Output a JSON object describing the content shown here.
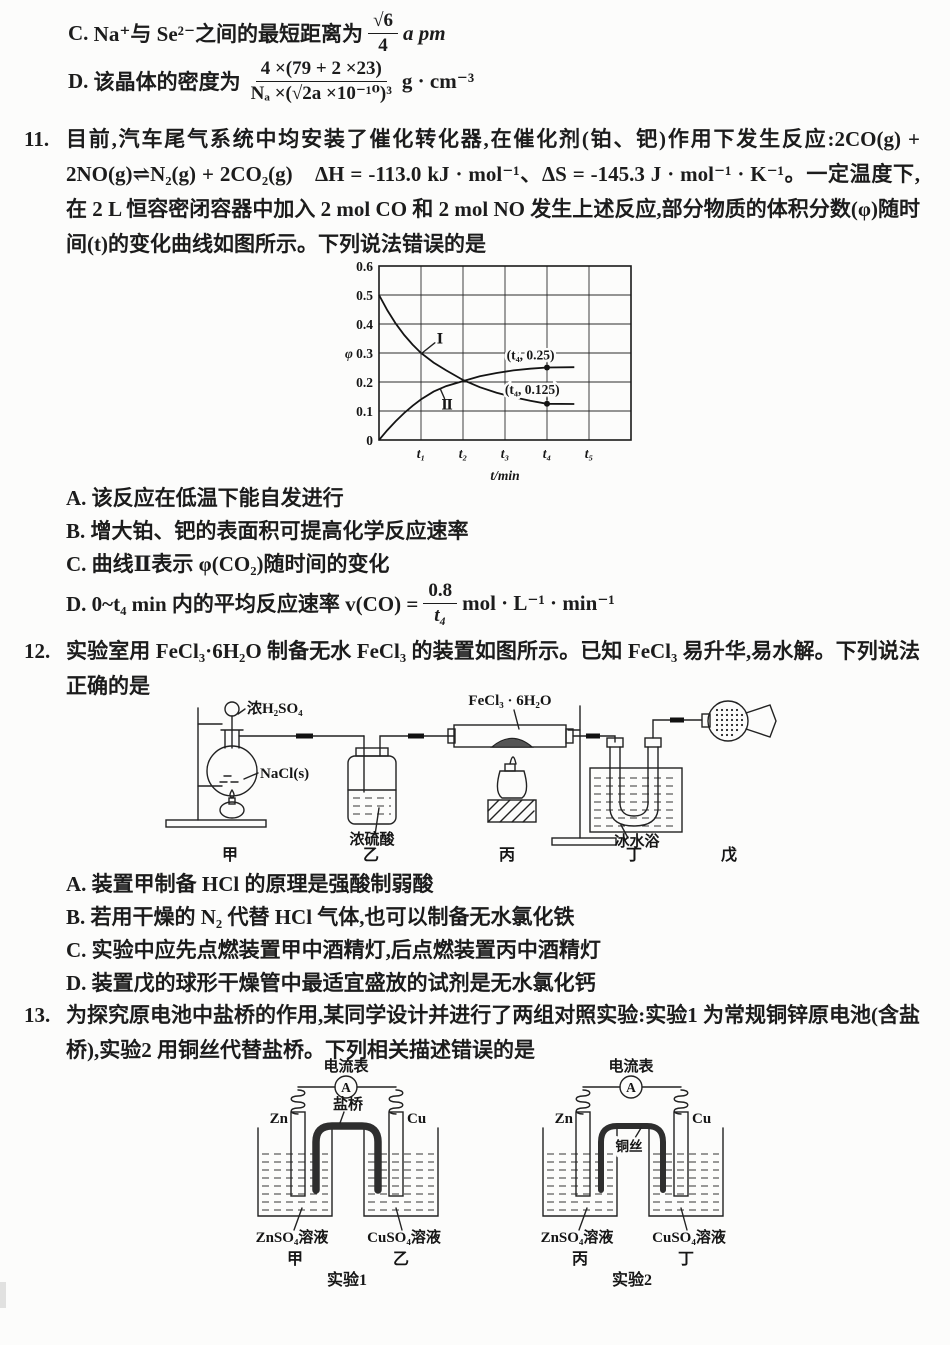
{
  "colors": {
    "paper": "#fcfcfb",
    "ink": "#1c1c1c"
  },
  "q10_options": {
    "c": {
      "label": "C.",
      "pre": "Na⁺与 Se²⁻之间的最短距离为",
      "frac_num": "√6",
      "frac_den": "4",
      "post": "a pm"
    },
    "d": {
      "label": "D.",
      "pre": "该晶体的密度为",
      "frac_num": "4 ×(79 + 2 ×23)",
      "frac_den": "Nₐ ×(√2a ×10⁻¹⁰)³",
      "post": "g · cm⁻³"
    }
  },
  "q11": {
    "number": "11.",
    "stem": "目前,汽车尾气系统中均安装了催化转化器,在催化剂(铂、钯)作用下发生反应:2CO(g) + 2NO(g)⇌N₂(g) + 2CO₂(g)　ΔH = -113.0 kJ · mol⁻¹、ΔS = -145.3 J · mol⁻¹ · K⁻¹。一定温度下,在 2 L 恒容密闭容器中加入 2 mol CO 和 2 mol NO 发生上述反应,部分物质的体积分数(φ)随时间(t)的变化曲线如图所示。下列说法错误的是",
    "option_a": "A. 该反应在低温下能自发进行",
    "option_b": "B. 增大铂、钯的表面积可提高化学反应速率",
    "option_c": "C. 曲线Ⅱ表示 φ(CO₂)随时间的变化",
    "option_d": {
      "pre": "D. 0~t₄ min 内的平均反应速率 v(CO) =",
      "frac_num": "0.8",
      "frac_den": "t₄",
      "post": "mol · L⁻¹ · min⁻¹"
    }
  },
  "chart_data": {
    "type": "line",
    "title": "",
    "xlabel": "t/min",
    "ylabel": "φ",
    "xlim": [
      0,
      6
    ],
    "ylim": [
      0,
      0.6
    ],
    "grid": true,
    "x_ticks": [
      "t₁",
      "t₂",
      "t₃",
      "t₄",
      "t₅"
    ],
    "y_ticks": [
      0,
      0.1,
      0.2,
      0.3,
      0.4,
      0.5,
      0.6
    ],
    "series": [
      {
        "name": "Ⅰ",
        "points": [
          [
            0,
            0.5
          ],
          [
            0.2,
            0.447
          ],
          [
            0.4,
            0.401
          ],
          [
            0.6,
            0.362
          ],
          [
            0.8,
            0.329
          ],
          [
            1,
            0.3
          ],
          [
            1.3,
            0.267
          ],
          [
            1.6,
            0.24
          ],
          [
            2,
            0.207
          ],
          [
            2.4,
            0.182
          ],
          [
            2.8,
            0.163
          ],
          [
            3.2,
            0.148
          ],
          [
            3.6,
            0.135
          ],
          [
            4,
            0.125
          ],
          [
            4.65,
            0.124
          ]
        ]
      },
      {
        "name": "Ⅱ",
        "points": [
          [
            0,
            0
          ],
          [
            0.2,
            0.034
          ],
          [
            0.4,
            0.065
          ],
          [
            0.6,
            0.093
          ],
          [
            0.8,
            0.118
          ],
          [
            1,
            0.14
          ],
          [
            1.3,
            0.167
          ],
          [
            1.6,
            0.186
          ],
          [
            2,
            0.203
          ],
          [
            2.4,
            0.22
          ],
          [
            2.8,
            0.231
          ],
          [
            3.2,
            0.24
          ],
          [
            3.6,
            0.246
          ],
          [
            4,
            0.25
          ],
          [
            4.65,
            0.251
          ]
        ]
      }
    ],
    "marked_points": [
      [
        4,
        0.25
      ],
      [
        4,
        0.125
      ]
    ],
    "annotations": [
      {
        "text": "(t₄, 0.25)",
        "tx": 4.18,
        "ty": 0.292,
        "px": 4,
        "py": 0.25
      },
      {
        "text": "(t₄, 0.125)",
        "tx": 4.3,
        "ty": 0.173,
        "px": 4,
        "py": 0.125
      }
    ],
    "curve_labels": [
      {
        "text": "Ⅰ",
        "tx": 1.45,
        "ty": 0.35,
        "lx1": 1.33,
        "ly1": 0.335,
        "lx2": 1.0,
        "ly2": 0.297
      },
      {
        "text": "Ⅱ",
        "tx": 1.62,
        "ty": 0.122,
        "lx1": 1.56,
        "ly1": 0.143,
        "lx2": 1.46,
        "ly2": 0.176
      }
    ]
  },
  "q12": {
    "number": "12.",
    "stem": "实验室用 FeCl₃·6H₂O 制备无水 FeCl₃ 的装置如图所示。已知 FeCl₃ 易升华,易水解。下列说法正确的是",
    "apparatus": {
      "station_labels": [
        "甲",
        "乙",
        "丙",
        "丁",
        "戊"
      ],
      "ann_funnel": "浓H₂SO₄",
      "ann_flask": "NaCl(s)",
      "ann_bottle": "浓硫酸",
      "ann_tube": "FeCl₃ · 6H₂O",
      "ann_bath": "冰水浴"
    },
    "option_a": "A. 装置甲制备 HCl 的原理是强酸制弱酸",
    "option_b": "B. 若用干燥的 N₂ 代替 HCl 气体,也可以制备无水氯化铁",
    "option_c": "C. 实验中应先点燃装置甲中酒精灯,后点燃装置丙中酒精灯",
    "option_d": "D. 装置戊的球形干燥管中最适宜盛放的试剂是无水氯化钙"
  },
  "q13": {
    "number": "13.",
    "stem": "为探究原电池中盐桥的作用,某同学设计并进行了两组对照实验:实验1 为常规铜锌原电池(含盐桥),实验2 用铜丝代替盐桥。下列相关描述错误的是",
    "cells": [
      {
        "ammeter_label": "电流表",
        "ammeter_symbol": "A",
        "bridge_label": "盐桥",
        "bridge_type": "salt-bridge",
        "left_electrode": "Zn",
        "right_electrode": "Cu",
        "left_solution": "ZnSO₄溶液",
        "right_solution": "CuSO₄溶液",
        "left_beaker": "甲",
        "right_beaker": "乙",
        "caption": "实验1"
      },
      {
        "ammeter_label": "电流表",
        "ammeter_symbol": "A",
        "bridge_label": "铜丝",
        "bridge_type": "wire",
        "left_electrode": "Zn",
        "right_electrode": "Cu",
        "left_solution": "ZnSO₄溶液",
        "right_solution": "CuSO₄溶液",
        "left_beaker": "丙",
        "right_beaker": "丁",
        "caption": "实验2"
      }
    ]
  }
}
